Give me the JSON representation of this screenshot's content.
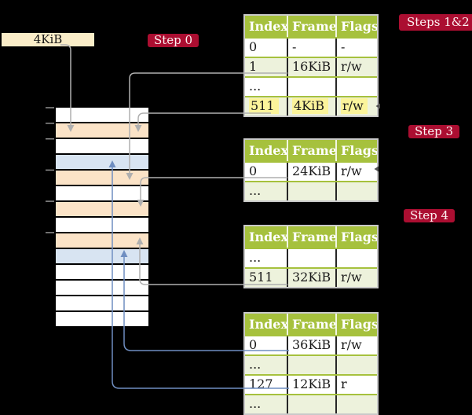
{
  "palette": {
    "background": "#000000",
    "header_green": "#A6C13D",
    "row_green": "#EDF2DC",
    "row_white": "#FFFFFF",
    "peach": "#FBE3C7",
    "blue_row": "#D8E4F2",
    "highlight": "#FBF49B",
    "label_red": "#AB0E31",
    "box_tan": "#FAEDC8",
    "arrow_gray": "#AFAFAF",
    "arrow_blue": "#6F8EC1",
    "tick": "#8F8F8F",
    "tbl_border": "#C9C9C9",
    "divider": "#262626"
  },
  "frame_box": {
    "label": "4KiB"
  },
  "step_labels": {
    "step0": "Step 0",
    "steps12": "Steps 1&2",
    "step3": "Step 3",
    "step4": "Step 4"
  },
  "table_columns": [
    "Index",
    "Frame",
    "Flags"
  ],
  "tables": [
    {
      "name": "table-steps-1-2",
      "rows": [
        {
          "index": "0",
          "frame": "-",
          "flags": "-",
          "shaded": false,
          "highlight": false
        },
        {
          "index": "1",
          "frame": "16KiB",
          "flags": "r/w",
          "shaded": true,
          "highlight": false
        },
        {
          "index": "...",
          "frame": "",
          "flags": "",
          "shaded": false,
          "highlight": false
        },
        {
          "index": "511",
          "frame": "4KiB",
          "flags": "r/w",
          "shaded": true,
          "highlight": true
        }
      ]
    },
    {
      "name": "table-step-3",
      "rows": [
        {
          "index": "0",
          "frame": "24KiB",
          "flags": "r/w",
          "shaded": false,
          "highlight": false
        },
        {
          "index": "...",
          "frame": "",
          "flags": "",
          "shaded": true,
          "highlight": false
        }
      ]
    },
    {
      "name": "table-step-4",
      "rows": [
        {
          "index": "...",
          "frame": "",
          "flags": "",
          "shaded": false,
          "highlight": false
        },
        {
          "index": "511",
          "frame": "32KiB",
          "flags": "r/w",
          "shaded": true,
          "highlight": false
        }
      ]
    },
    {
      "name": "table-final",
      "rows": [
        {
          "index": "0",
          "frame": "36KiB",
          "flags": "r/w",
          "shaded": false,
          "highlight": false
        },
        {
          "index": "...",
          "frame": "",
          "flags": "",
          "shaded": true,
          "highlight": false
        },
        {
          "index": "127",
          "frame": "12KiB",
          "flags": "r",
          "shaded": false,
          "highlight": false
        },
        {
          "index": "...",
          "frame": "",
          "flags": "",
          "shaded": true,
          "highlight": false
        }
      ]
    }
  ],
  "memory": {
    "rows": [
      "white",
      "peach",
      "white",
      "blue",
      "peach",
      "white",
      "peach",
      "white",
      "peach",
      "blue",
      "white",
      "white",
      "white",
      "white"
    ]
  }
}
